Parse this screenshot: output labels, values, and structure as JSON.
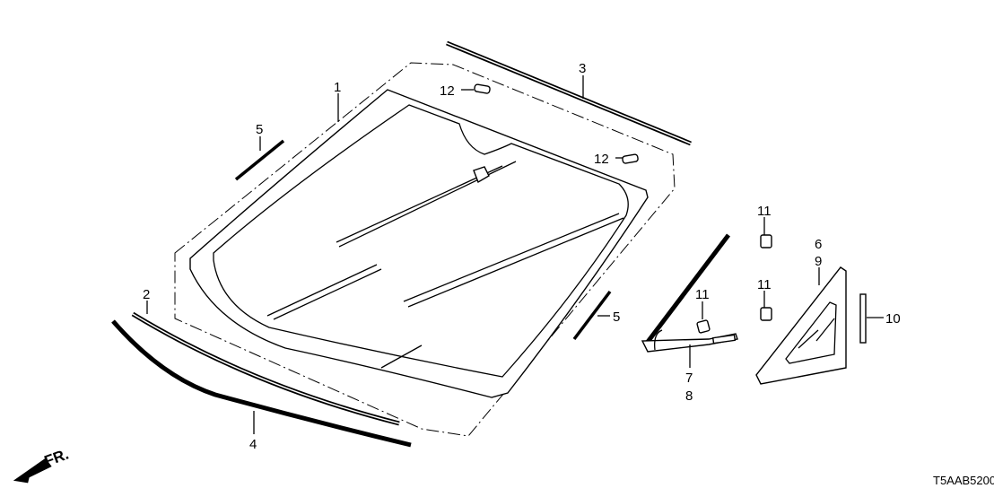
{
  "diagram": {
    "callouts": [
      {
        "id": "c1",
        "text": "1"
      },
      {
        "id": "c2",
        "text": "2"
      },
      {
        "id": "c3",
        "text": "3"
      },
      {
        "id": "c4",
        "text": "4"
      },
      {
        "id": "c5a",
        "text": "5"
      },
      {
        "id": "c5b",
        "text": "5"
      },
      {
        "id": "c6",
        "text": "6"
      },
      {
        "id": "c7",
        "text": "7"
      },
      {
        "id": "c8",
        "text": "8"
      },
      {
        "id": "c9",
        "text": "9"
      },
      {
        "id": "c10",
        "text": "10"
      },
      {
        "id": "c11a",
        "text": "11"
      },
      {
        "id": "c11b",
        "text": "11"
      },
      {
        "id": "c11c",
        "text": "11"
      },
      {
        "id": "c12a",
        "text": "12"
      },
      {
        "id": "c12b",
        "text": "12"
      }
    ],
    "front_indicator": "FR.",
    "diagram_code": "T5AAB5200"
  }
}
